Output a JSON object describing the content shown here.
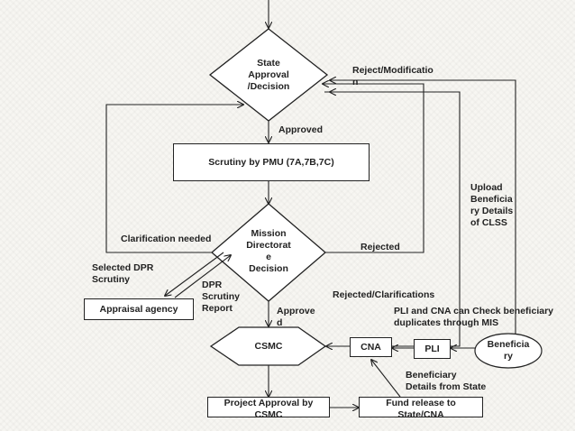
{
  "nodes": {
    "state_approval": "State\nApproval\n/Decision",
    "scrutiny_pmu": "Scrutiny by PMU (7A,7B,7C)",
    "mission_directorate": "Mission\nDirectorat\ne\nDecision",
    "appraisal_agency": "Appraisal agency",
    "csmc": "CSMC",
    "cna": "CNA",
    "pli": "PLI",
    "beneficiary": "Beneficia\nry",
    "project_approval": "Project Approval by\nCSMC",
    "fund_release": "Fund release to\nState/CNA"
  },
  "edge_labels": {
    "reject_modification": "Reject/Modificatio\nn",
    "approved_top": "Approved",
    "upload_beneficiary": "Upload\nBeneficia\nry Details\nof CLSS",
    "clarification_needed": "Clarification needed",
    "rejected": "Rejected",
    "selected_dpr": "Selected DPR\nScrutiny",
    "dpr_report": "DPR\nScrutiny\nReport",
    "rejected_clarifications": "Rejected/Clarifications",
    "approved_bottom": "Approve\nd",
    "pli_cna_check": "PLI and CNA can Check beneficiary\nduplicates through MIS",
    "beneficiary_details": "Beneficiary\nDetails from State"
  }
}
